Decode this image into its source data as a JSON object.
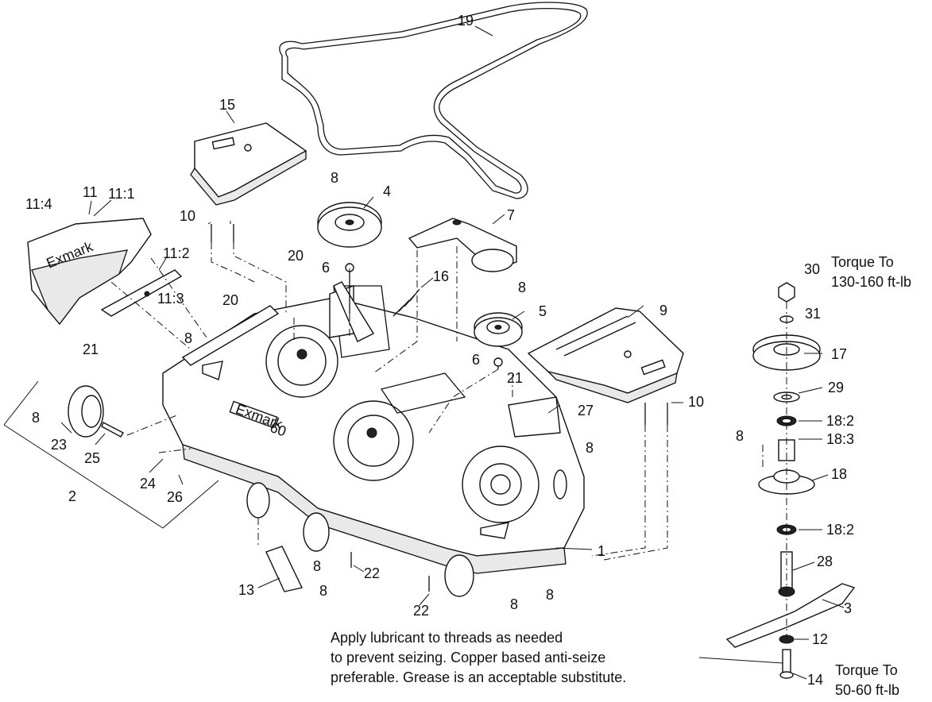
{
  "callouts": [
    {
      "id": "c19",
      "label": "19"
    },
    {
      "id": "c15",
      "label": "15"
    },
    {
      "id": "c11_4",
      "label": "11:4"
    },
    {
      "id": "c11",
      "label": "11"
    },
    {
      "id": "c11_1",
      "label": "11:1"
    },
    {
      "id": "c11_2",
      "label": "11:2"
    },
    {
      "id": "c11_3",
      "label": "11:3"
    },
    {
      "id": "c10a",
      "label": "10"
    },
    {
      "id": "c8a",
      "label": "8"
    },
    {
      "id": "c4",
      "label": "4"
    },
    {
      "id": "c7",
      "label": "7"
    },
    {
      "id": "c20a",
      "label": "20"
    },
    {
      "id": "c20b",
      "label": "20"
    },
    {
      "id": "c6a",
      "label": "6"
    },
    {
      "id": "c16",
      "label": "16"
    },
    {
      "id": "c8b",
      "label": "8"
    },
    {
      "id": "c5",
      "label": "5"
    },
    {
      "id": "c9",
      "label": "9"
    },
    {
      "id": "c8c",
      "label": "8"
    },
    {
      "id": "c21a",
      "label": "21"
    },
    {
      "id": "c6b",
      "label": "6"
    },
    {
      "id": "c21b",
      "label": "21"
    },
    {
      "id": "c10b",
      "label": "10"
    },
    {
      "id": "c27",
      "label": "27"
    },
    {
      "id": "c8d",
      "label": "8"
    },
    {
      "id": "c8e",
      "label": "8"
    },
    {
      "id": "c23",
      "label": "23"
    },
    {
      "id": "c25",
      "label": "25"
    },
    {
      "id": "c24",
      "label": "24"
    },
    {
      "id": "c26",
      "label": "26"
    },
    {
      "id": "c2",
      "label": "2"
    },
    {
      "id": "c1",
      "label": "1"
    },
    {
      "id": "c8f",
      "label": "8"
    },
    {
      "id": "c13",
      "label": "13"
    },
    {
      "id": "c8g",
      "label": "8"
    },
    {
      "id": "c22a",
      "label": "22"
    },
    {
      "id": "c22b",
      "label": "22"
    },
    {
      "id": "c8h",
      "label": "8"
    },
    {
      "id": "c8i",
      "label": "8"
    },
    {
      "id": "c30",
      "label": "30"
    },
    {
      "id": "c31",
      "label": "31"
    },
    {
      "id": "c17",
      "label": "17"
    },
    {
      "id": "c29",
      "label": "29"
    },
    {
      "id": "c18_2a",
      "label": "18:2"
    },
    {
      "id": "c8j",
      "label": "8"
    },
    {
      "id": "c18_3",
      "label": "18:3"
    },
    {
      "id": "c18",
      "label": "18"
    },
    {
      "id": "c18_2b",
      "label": "18:2"
    },
    {
      "id": "c28",
      "label": "28"
    },
    {
      "id": "c3",
      "label": "3"
    },
    {
      "id": "c12",
      "label": "12"
    },
    {
      "id": "c14",
      "label": "14"
    }
  ],
  "torque_top": [
    "Torque To",
    "130-160 ft-lb"
  ],
  "torque_bottom": [
    "Torque To",
    "50-60 ft-lb"
  ],
  "note": [
    "Apply lubricant to threads as needed",
    "to prevent seizing. Copper based anti-seize",
    "preferable. Grease is an acceptable substitute."
  ],
  "decals": {
    "deck_logo": "Exmark",
    "deck_size": "60",
    "spindle_cover_logo": "Exmark"
  },
  "colors": {
    "ink": "#111111",
    "paper": "#ffffff",
    "shade": "#e9e9e9"
  }
}
